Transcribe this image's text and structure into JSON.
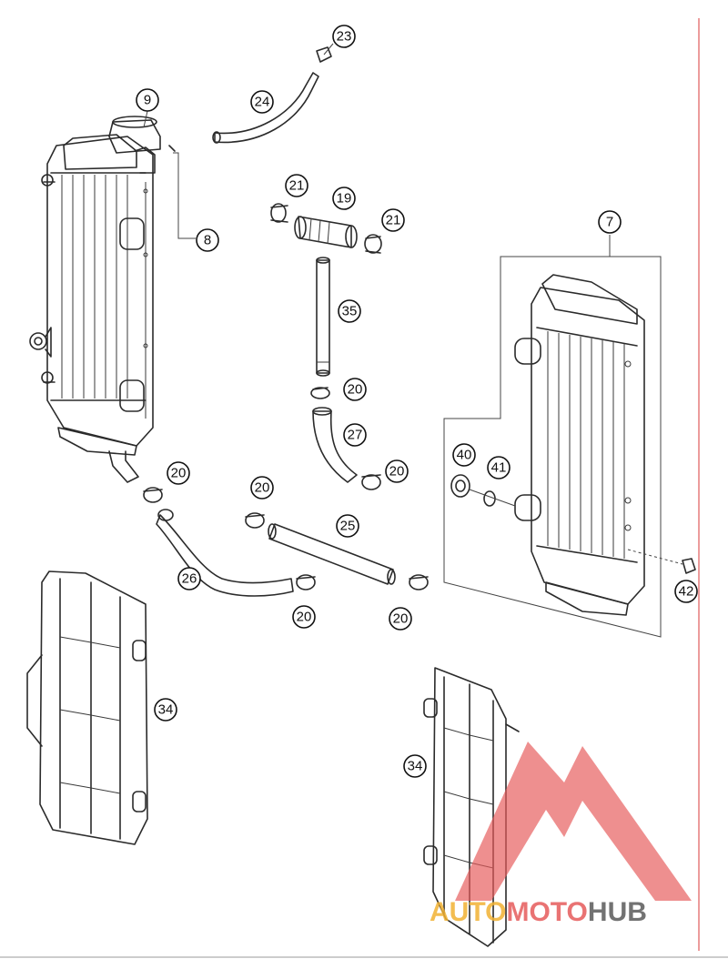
{
  "colors": {
    "line": "#2b2b2b",
    "margin_rule": "#e05a5a",
    "wm_red": "#e65b5b",
    "wm_gold": "#f2b233",
    "wm_grey": "#5a5a5a"
  },
  "callouts": [
    {
      "id": "c9",
      "label": "9"
    },
    {
      "id": "c8",
      "label": "8"
    },
    {
      "id": "c23",
      "label": "23"
    },
    {
      "id": "c24",
      "label": "24"
    },
    {
      "id": "c21a",
      "label": "21"
    },
    {
      "id": "c19",
      "label": "19"
    },
    {
      "id": "c21b",
      "label": "21"
    },
    {
      "id": "c35",
      "label": "35"
    },
    {
      "id": "c7",
      "label": "7"
    },
    {
      "id": "c20a",
      "label": "20"
    },
    {
      "id": "c27",
      "label": "27"
    },
    {
      "id": "c20b",
      "label": "20"
    },
    {
      "id": "c40",
      "label": "40"
    },
    {
      "id": "c41",
      "label": "41"
    },
    {
      "id": "c20c",
      "label": "20"
    },
    {
      "id": "c20d",
      "label": "20"
    },
    {
      "id": "c25",
      "label": "25"
    },
    {
      "id": "c26",
      "label": "26"
    },
    {
      "id": "c20e",
      "label": "20"
    },
    {
      "id": "c20f",
      "label": "20"
    },
    {
      "id": "c42",
      "label": "42"
    },
    {
      "id": "c34a",
      "label": "34"
    },
    {
      "id": "c34b",
      "label": "34"
    }
  ],
  "watermark": {
    "part1": "AUTO",
    "part2": "MOTO",
    "part3": "HUB"
  }
}
